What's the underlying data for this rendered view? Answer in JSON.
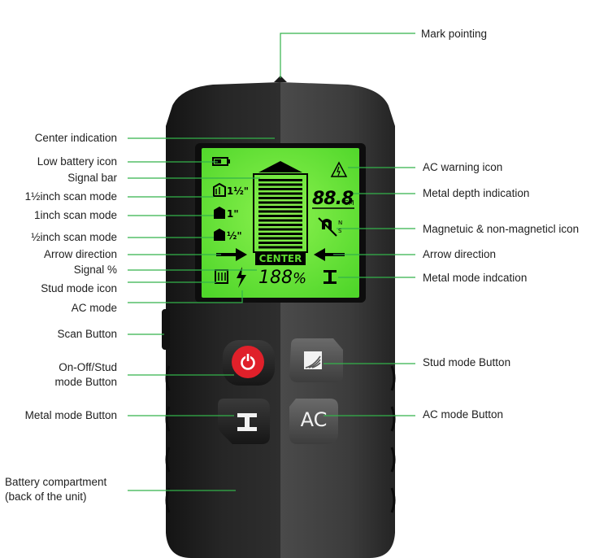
{
  "labels_left": {
    "center_indication": "Center indication",
    "low_battery_icon": "Low battery icon",
    "signal_bar": "Signal bar",
    "scan_1_5inch": "1½inch scan mode",
    "scan_1inch": "1inch scan mode",
    "scan_half_inch": "½inch scan mode",
    "arrow_direction": "Arrow direction",
    "signal_percent": "Signal %",
    "stud_mode_icon": "Stud mode icon",
    "ac_mode": "AC mode",
    "scan_button": "Scan Button",
    "on_off_stud_line1": "On-Off/Stud",
    "on_off_stud_line2": "mode Button",
    "metal_mode_button": "Metal mode Button",
    "battery_line1": "Battery compartment",
    "battery_line2": "(back of the unit)"
  },
  "labels_right": {
    "mark_pointing": "Mark pointing",
    "ac_warning_icon": "AC warning icon",
    "metal_depth_indication": "Metal depth indication",
    "magnetic_icon": "Magnetuic & non-magneticl icon",
    "arrow_direction": "Arrow direction",
    "metal_mode_indication": "Metal mode indcation",
    "stud_mode_button": "Stud mode Button",
    "ac_mode_button": "AC mode Button"
  },
  "lcd": {
    "center_text": "CENTER",
    "depth_value": "88.8",
    "depth_unit": "CM",
    "signal_value": "188",
    "percent_sign": "%",
    "scan_1_5_suffix": "1½\"",
    "scan_1_suffix": "1\"",
    "scan_half_suffix": "½\"",
    "magnet_n": "N",
    "magnet_s": "S"
  },
  "buttons": {
    "ac_label": "AC"
  },
  "colors": {
    "leader_line": "#33b24a",
    "lcd_green": "#6ee53a",
    "power_red": "#e0202a",
    "device_dark": "#202020",
    "device_mid": "#3a3a3a"
  },
  "icons": {
    "battery": "battery-low-icon",
    "power": "power-icon",
    "stud": "stud-mode-icon",
    "metal": "metal-i-beam-icon",
    "ac_warning": "high-voltage-warning-icon"
  }
}
